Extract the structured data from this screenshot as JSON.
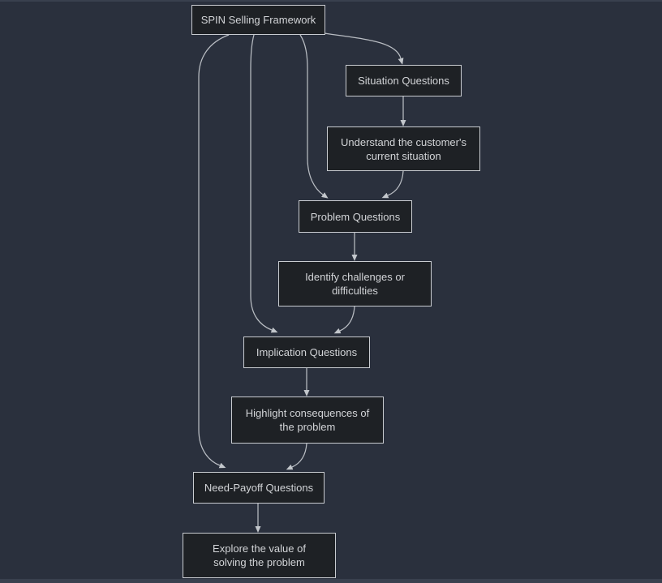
{
  "diagram": {
    "title": "SPIN Selling Framework",
    "theme": {
      "background": "#2a303d",
      "node_fill": "#1e2125",
      "node_border": "#c9ccd1",
      "text_color": "#d2d4d7",
      "edge_color": "#b9bdc3"
    },
    "nodes": {
      "root": {
        "label": "SPIN Selling Framework"
      },
      "situation": {
        "label": "Situation Questions"
      },
      "situation_desc": {
        "label": "Understand the customer's current situation",
        "lines": [
          "Understand the customer's",
          "current situation"
        ]
      },
      "problem": {
        "label": "Problem Questions"
      },
      "problem_desc": {
        "label": "Identify challenges or difficulties",
        "lines": [
          "Identify challenges or",
          "difficulties"
        ]
      },
      "implication": {
        "label": "Implication Questions"
      },
      "implication_desc": {
        "label": "Highlight consequences of the problem",
        "lines": [
          "Highlight consequences of",
          "the problem"
        ]
      },
      "need_payoff": {
        "label": "Need-Payoff Questions"
      },
      "need_payoff_desc": {
        "label": "Explore the value of solving the problem",
        "lines": [
          "Explore the value of",
          "solving the problem"
        ]
      }
    },
    "edges": [
      {
        "from": "root",
        "to": "situation"
      },
      {
        "from": "root",
        "to": "problem"
      },
      {
        "from": "root",
        "to": "implication"
      },
      {
        "from": "root",
        "to": "need_payoff"
      },
      {
        "from": "situation",
        "to": "situation_desc"
      },
      {
        "from": "situation_desc",
        "to": "problem"
      },
      {
        "from": "problem",
        "to": "problem_desc"
      },
      {
        "from": "problem_desc",
        "to": "implication"
      },
      {
        "from": "implication",
        "to": "implication_desc"
      },
      {
        "from": "implication_desc",
        "to": "need_payoff"
      },
      {
        "from": "need_payoff",
        "to": "need_payoff_desc"
      }
    ]
  }
}
